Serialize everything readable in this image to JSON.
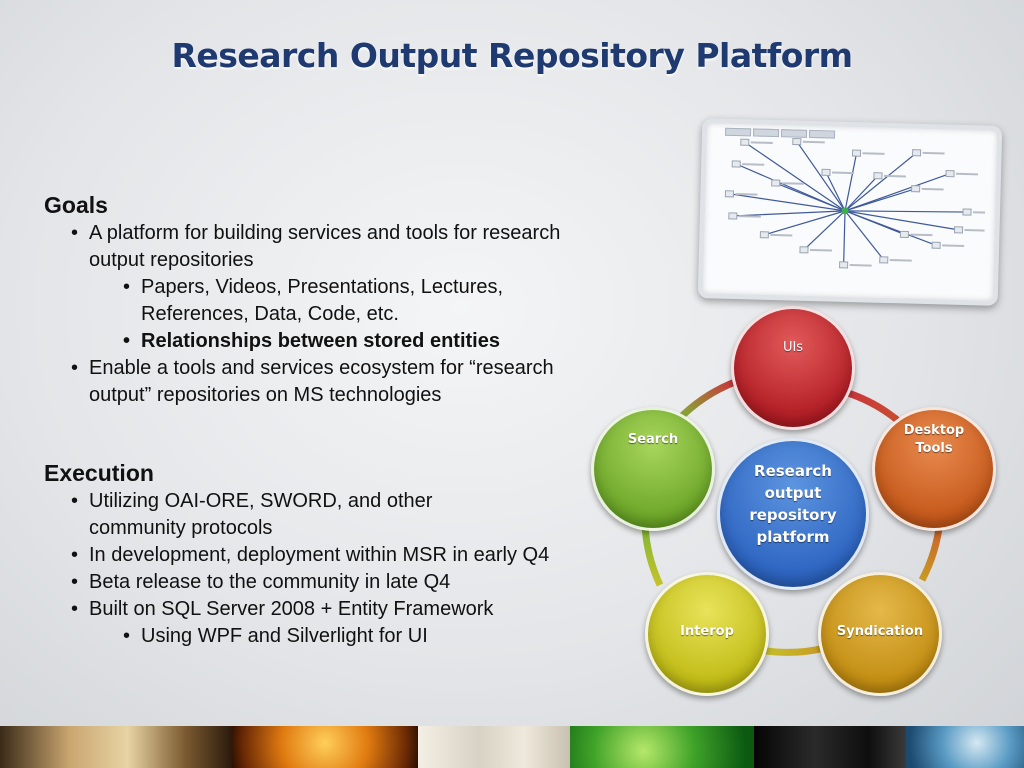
{
  "title": "Research Output Repository Platform",
  "goals": {
    "heading": "Goals",
    "bullet1_line1": "A platform for building services and tools for research",
    "bullet1_line2": "output repositories",
    "sub1_line1": "Papers, Videos, Presentations, Lectures,",
    "sub1_line2": "References, Data, Code, etc.",
    "sub2": "Relationships between stored entities",
    "bullet2_line1": "Enable a tools and services ecosystem for “research",
    "bullet2_line2": "output” repositories on MS technologies"
  },
  "execution": {
    "heading": "Execution",
    "bullet1_line1": "Utilizing OAI-ORE, SWORD, and other",
    "bullet1_line2": "community protocols",
    "bullet2": "In development, deployment within MSR in early Q4",
    "bullet3": "Beta release to the community in late Q4",
    "bullet4": "Built on SQL Server 2008 + Entity Framework",
    "sub1": "Using WPF and Silverlight for UI"
  },
  "diagram": {
    "center": [
      "Research",
      "output",
      "repository",
      "platform"
    ],
    "uis": "UIs",
    "desktop": [
      "Desktop",
      "Tools"
    ],
    "syndication": "Syndication",
    "interop": "Interop",
    "search": "Search"
  },
  "colors": {
    "title": "#1f3a70",
    "uis": "#b31f26",
    "desktop": "#c65a1c",
    "syndication": "#c48f14",
    "interop": "#c2bd18",
    "search": "#6ea82a",
    "center": "#2f66c2"
  }
}
